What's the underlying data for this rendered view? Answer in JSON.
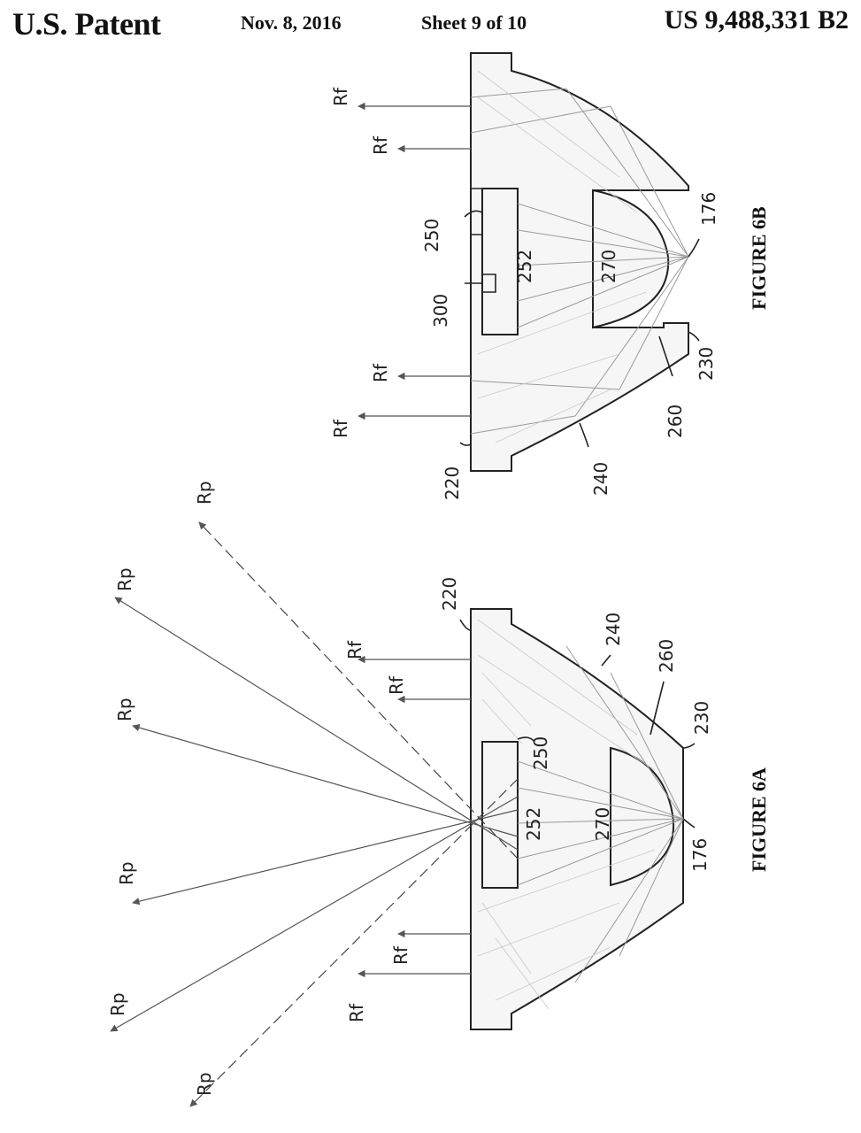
{
  "header": {
    "title": "U.S. Patent",
    "date": "Nov. 8, 2016",
    "sheet": "Sheet 9 of 10",
    "patent_number": "US 9,488,331 B2"
  },
  "figure_6a": {
    "caption": "FIGURE 6A",
    "labels": {
      "l220": "220",
      "l240": "240",
      "l260": "260",
      "l230": "230",
      "l250": "250",
      "l252": "252",
      "l270": "270",
      "l176": "176"
    },
    "rp": [
      "Rp",
      "Rp",
      "Rp",
      "Rp",
      "Rp",
      "Rp"
    ],
    "rf": [
      "Rf",
      "Rf",
      "Rf",
      "Rf"
    ]
  },
  "figure_6b": {
    "caption": "FIGURE 6B",
    "labels": {
      "l220": "220",
      "l240": "240",
      "l260": "260",
      "l230": "230",
      "l250": "250",
      "l300": "300",
      "l252": "252",
      "l270": "270",
      "l176": "176"
    },
    "rf": [
      "Rf",
      "Rf",
      "Rf",
      "Rf"
    ]
  }
}
